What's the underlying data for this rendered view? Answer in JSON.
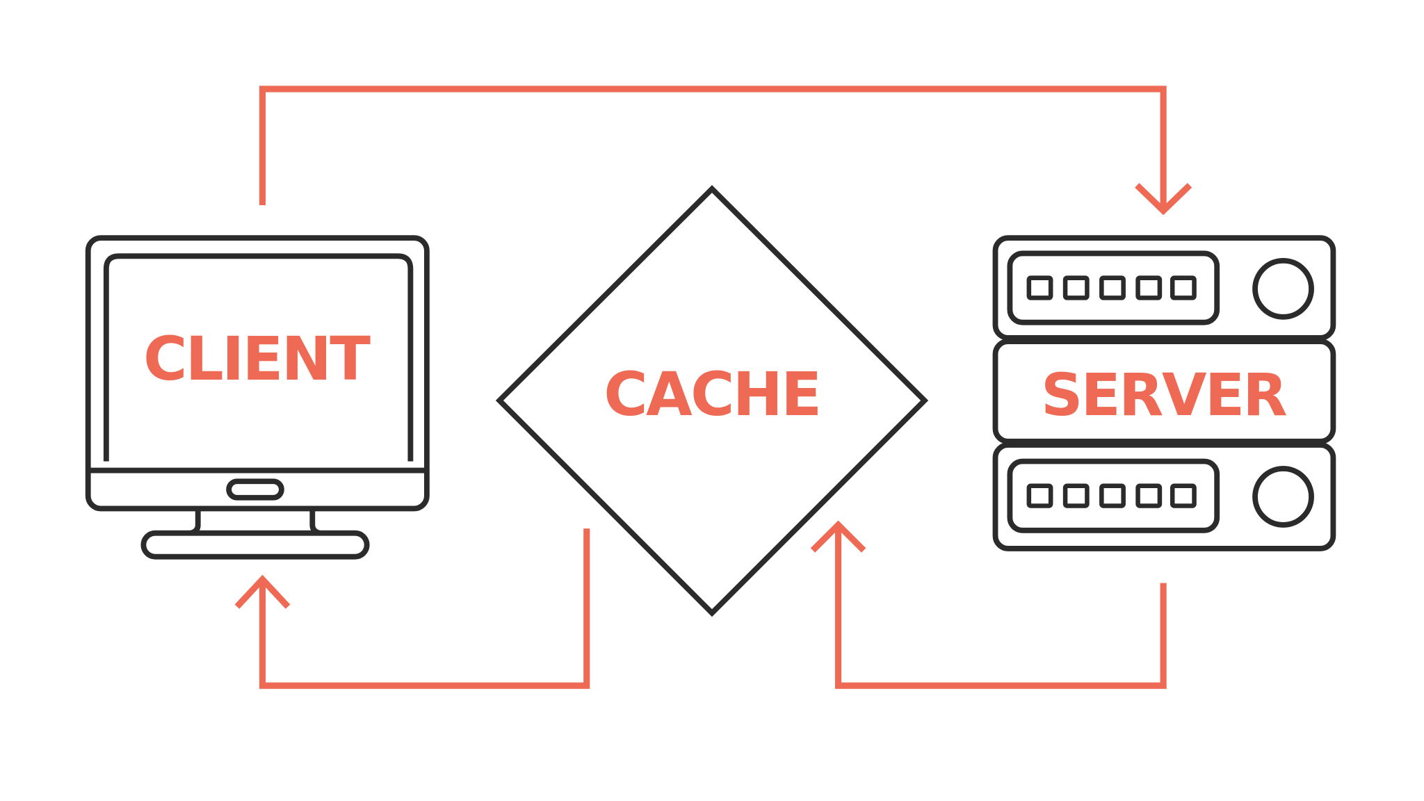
{
  "colors": {
    "accent": "#EE6A55",
    "outline": "#2B2B2B",
    "background": "#FFFFFF"
  },
  "nodes": {
    "client": {
      "label": "CLIENT",
      "icon": "monitor-icon"
    },
    "cache": {
      "label": "CACHE",
      "icon": "diamond-shape"
    },
    "server": {
      "label": "SERVER",
      "icon": "server-rack-icon"
    }
  }
}
